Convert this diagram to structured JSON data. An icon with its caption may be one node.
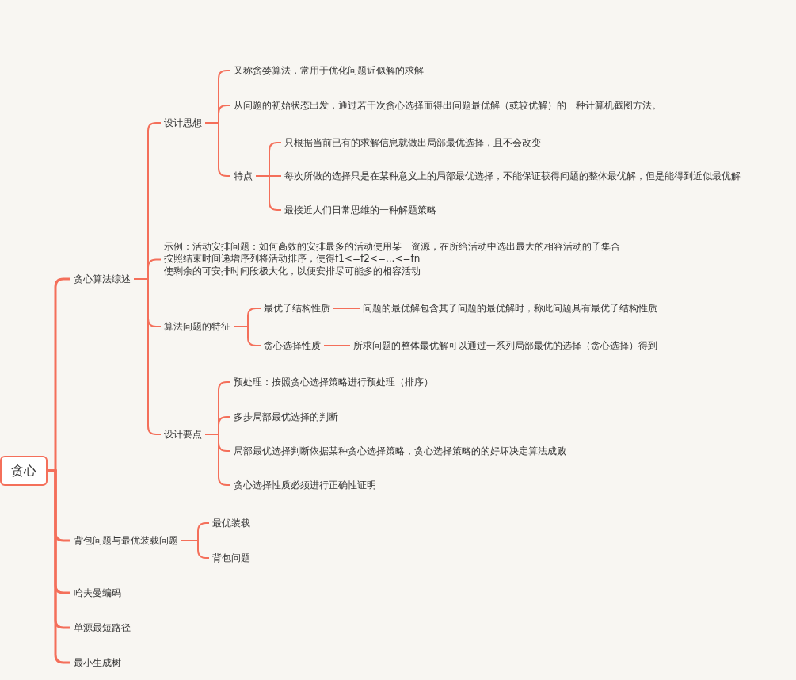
{
  "diagram": {
    "nodes": [
      {
        "text": [
          "贪心"
        ]
      },
      {
        "text": [
          "贪心算法综述"
        ]
      },
      {
        "text": [
          "设计思想"
        ]
      },
      {
        "text": [
          "又称贪婪算法，常用于优化问题近似解的求解"
        ]
      },
      {
        "text": [
          "从问题的初始状态出发，通过若干次贪心选择而得出问题最优解（或较优解）的一种计算机截图方法。"
        ]
      },
      {
        "text": [
          "特点"
        ]
      },
      {
        "text": [
          "只根据当前已有的求解信息就做出局部最优选择，且不会改变"
        ]
      },
      {
        "text": [
          "每次所做的选择只是在某种意义上的局部最优选择，不能保证获得问题的整体最优解，但是能得到近似最优解"
        ]
      },
      {
        "text": [
          "最接近人们日常思维的一种解题策略"
        ]
      },
      {
        "text": [
          "示例：活动安排问题：如何高效的安排最多的活动使用某一资源，在所给活动中选出最大的相容活动的子集合",
          "按照结束时间递增序列将活动排序，使得f1<=f2<=...<=fn",
          "使剩余的可安排时间段极大化，以便安排尽可能多的相容活动"
        ]
      },
      {
        "text": [
          "算法问题的特征"
        ]
      },
      {
        "text": [
          "最优子结构性质"
        ]
      },
      {
        "text": [
          "问题的最优解包含其子问题的最优解时，称此问题具有最优子结构性质"
        ]
      },
      {
        "text": [
          "贪心选择性质"
        ]
      },
      {
        "text": [
          "所求问题的整体最优解可以通过一系列局部最优的选择（贪心选择）得到"
        ]
      },
      {
        "text": [
          "设计要点"
        ]
      },
      {
        "text": [
          "预处理：按照贪心选择策略进行预处理（排序）"
        ]
      },
      {
        "text": [
          "多步局部最优选择的判断"
        ]
      },
      {
        "text": [
          "局部最优选择判断依据某种贪心选择策略，贪心选择策略的的好坏决定算法成败"
        ]
      },
      {
        "text": [
          "贪心选择性质必须进行正确性证明"
        ]
      },
      {
        "text": [
          "背包问题与最优装载问题"
        ]
      },
      {
        "text": [
          "最优装载"
        ]
      },
      {
        "text": [
          "背包问题"
        ]
      },
      {
        "text": [
          "哈夫曼编码"
        ]
      },
      {
        "text": [
          "单源最短路径"
        ]
      },
      {
        "text": [
          "最小生成树"
        ]
      }
    ],
    "edges": [
      {
        "from": 0,
        "to": 1,
        "arrow": "none"
      },
      {
        "from": 0,
        "to": 20,
        "arrow": "none"
      },
      {
        "from": 0,
        "to": 23,
        "arrow": "none"
      },
      {
        "from": 0,
        "to": 24,
        "arrow": "none"
      },
      {
        "from": 0,
        "to": 25,
        "arrow": "none"
      },
      {
        "from": 1,
        "to": 2,
        "arrow": "none"
      },
      {
        "from": 1,
        "to": 9,
        "arrow": "none"
      },
      {
        "from": 1,
        "to": 10,
        "arrow": "none"
      },
      {
        "from": 1,
        "to": 15,
        "arrow": "none"
      },
      {
        "from": 2,
        "to": 3,
        "arrow": "none"
      },
      {
        "from": 2,
        "to": 4,
        "arrow": "none"
      },
      {
        "from": 2,
        "to": 5,
        "arrow": "none"
      },
      {
        "from": 5,
        "to": 6,
        "arrow": "none"
      },
      {
        "from": 5,
        "to": 7,
        "arrow": "none"
      },
      {
        "from": 5,
        "to": 8,
        "arrow": "none"
      },
      {
        "from": 10,
        "to": 11,
        "arrow": "none"
      },
      {
        "from": 10,
        "to": 13,
        "arrow": "none"
      },
      {
        "from": 11,
        "to": 12,
        "arrow": "none"
      },
      {
        "from": 13,
        "to": 14,
        "arrow": "none"
      },
      {
        "from": 15,
        "to": 16,
        "arrow": "none"
      },
      {
        "from": 15,
        "to": 17,
        "arrow": "none"
      },
      {
        "from": 15,
        "to": 18,
        "arrow": "none"
      },
      {
        "from": 15,
        "to": 19,
        "arrow": "none"
      },
      {
        "from": 20,
        "to": 21,
        "arrow": "none"
      },
      {
        "from": 20,
        "to": 22,
        "arrow": "none"
      }
    ]
  }
}
